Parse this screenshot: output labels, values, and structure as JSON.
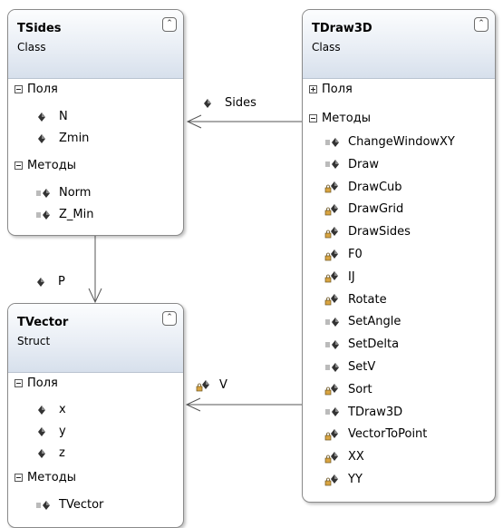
{
  "classes": {
    "tsides": {
      "name": "TSides",
      "kind": "Class",
      "fields_label": "Поля",
      "fields": [
        "N",
        "Zmin"
      ],
      "methods_label": "Методы",
      "methods": [
        "Norm",
        "Z_Min"
      ]
    },
    "tdraw3d": {
      "name": "TDraw3D",
      "kind": "Class",
      "fields_label": "Поля",
      "methods_label": "Методы",
      "methods": [
        {
          "name": "ChangeWindowXY",
          "access": "public"
        },
        {
          "name": "Draw",
          "access": "public"
        },
        {
          "name": "DrawCub",
          "access": "private"
        },
        {
          "name": "DrawGrid",
          "access": "private"
        },
        {
          "name": "DrawSides",
          "access": "private"
        },
        {
          "name": "F0",
          "access": "private"
        },
        {
          "name": "IJ",
          "access": "private"
        },
        {
          "name": "Rotate",
          "access": "private"
        },
        {
          "name": "SetAngle",
          "access": "public"
        },
        {
          "name": "SetDelta",
          "access": "public"
        },
        {
          "name": "SetV",
          "access": "public"
        },
        {
          "name": "Sort",
          "access": "private"
        },
        {
          "name": "TDraw3D",
          "access": "public"
        },
        {
          "name": "VectorToPoint",
          "access": "private"
        },
        {
          "name": "XX",
          "access": "private"
        },
        {
          "name": "YY",
          "access": "private"
        }
      ]
    },
    "tvector": {
      "name": "TVector",
      "kind": "Struct",
      "fields_label": "Поля",
      "fields": [
        "x",
        "y",
        "z"
      ],
      "methods_label": "Методы",
      "methods": [
        "TVector"
      ]
    }
  },
  "associations": {
    "sides": "Sides",
    "p": "P",
    "v": "V"
  }
}
